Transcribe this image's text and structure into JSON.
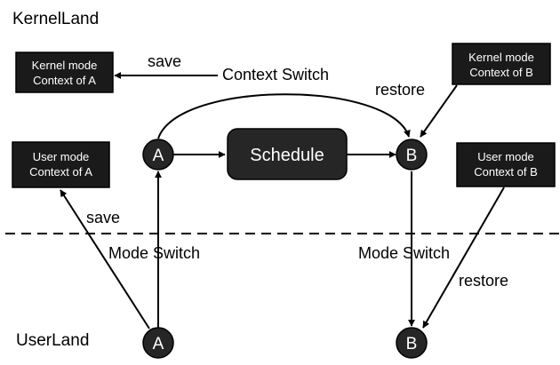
{
  "regions": {
    "kernel": "KernelLand",
    "user": "UserLand"
  },
  "context_boxes": {
    "kernel_a": [
      "Kernel mode",
      "Context of A"
    ],
    "kernel_b": [
      "Kernel mode",
      "Context of B"
    ],
    "user_a": [
      "User mode",
      "Context of A"
    ],
    "user_b": [
      "User mode",
      "Context of B"
    ]
  },
  "nodes": {
    "a_kernel": "A",
    "b_kernel": "B",
    "a_user": "A",
    "b_user": "B",
    "schedule": "Schedule"
  },
  "edge_labels": {
    "save_kernel": "save",
    "context_switch": "Context Switch",
    "restore_kernel": "restore",
    "save_user": "save",
    "mode_switch_a": "Mode Switch",
    "mode_switch_b": "Mode Switch",
    "restore_user": "restore"
  },
  "colors": {
    "box_fill": "#1a1a1a",
    "node_fill": "#262626",
    "line": "#000000",
    "text_on_dark": "#ffffff"
  }
}
